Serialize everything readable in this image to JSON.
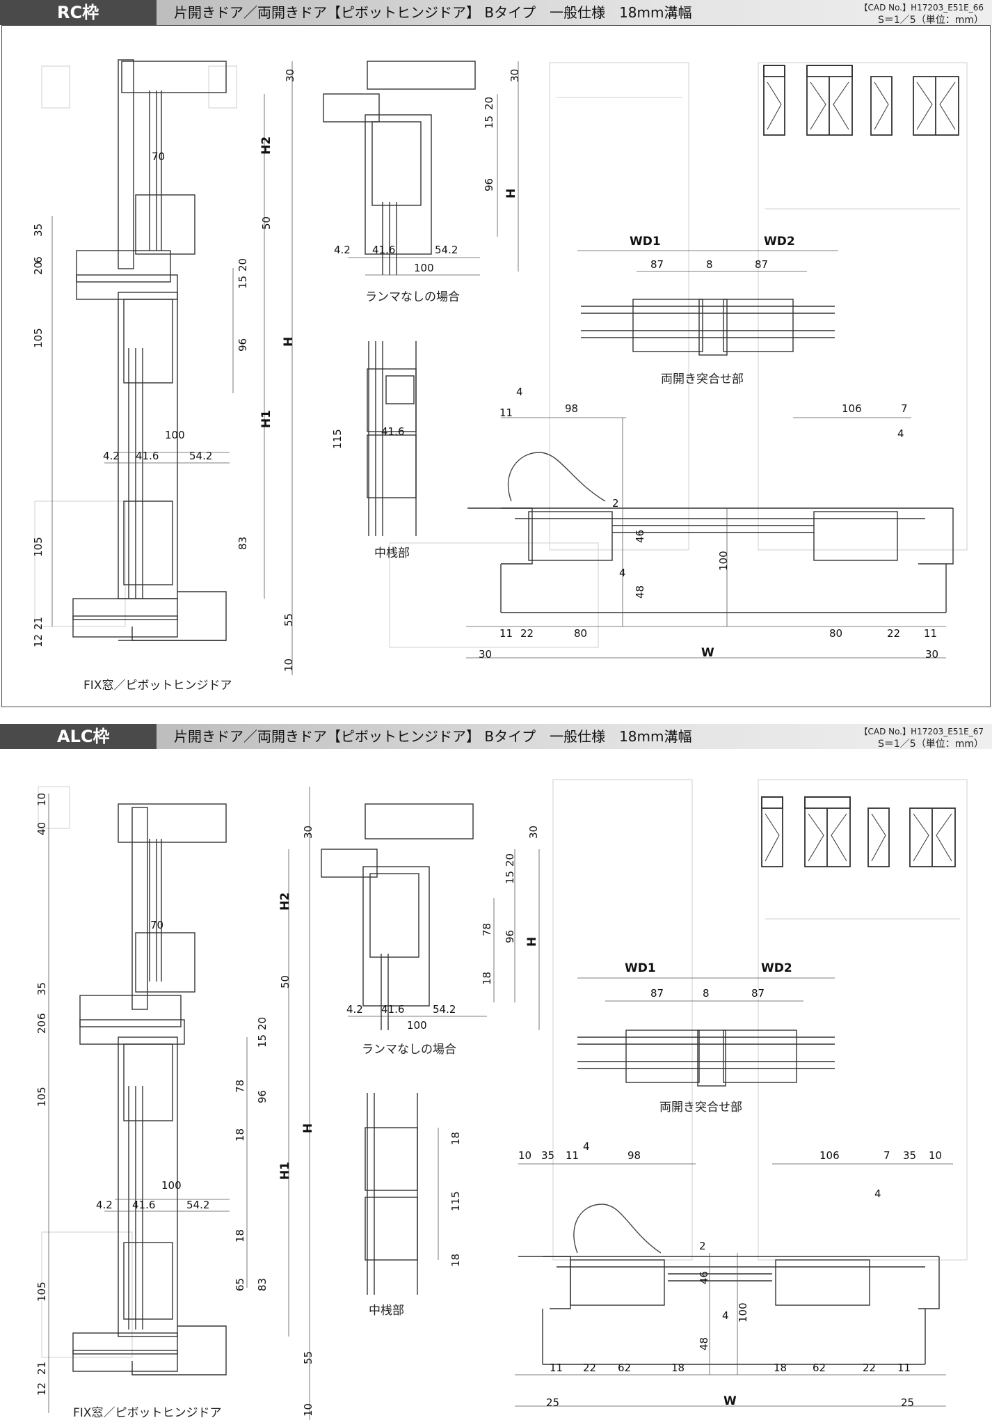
{
  "sheets": [
    {
      "tag": "RC枠",
      "heading": "片開きドア／両開きドア【ピボットヒンジドア】 Bタイプ　一般仕様　18mm溝幅",
      "cad_no": "【CAD No.】H17203_E51E_66",
      "scale": "S＝1／5（単位：mm）",
      "captions": {
        "fix": "FIX窓／ピボットヒンジドア",
        "no_transom": "ランマなしの場合",
        "mid_rail": "中桟部",
        "meeting": "両開き突合せ部"
      },
      "left_dims": [
        "35",
        "6",
        "20",
        "105",
        "105",
        "12",
        "21"
      ],
      "inner_dims": [
        "70",
        "100",
        "4.2",
        "41.6",
        "54.2"
      ],
      "right_dims": [
        "30",
        "H2",
        "50",
        "20",
        "15",
        "96",
        "H",
        "H1",
        "83",
        "55",
        "10"
      ],
      "transom_dims": [
        "30",
        "20",
        "15",
        "96",
        "H",
        "4.2",
        "41.6",
        "54.2",
        "100"
      ],
      "mid_dims": [
        "115",
        "41.6"
      ],
      "meet_dims": [
        "WD1",
        "8",
        "WD2",
        "87",
        "87"
      ],
      "plan_dims": [
        "11",
        "4",
        "98",
        "106",
        "7",
        "4",
        "2",
        "46",
        "100",
        "4",
        "48",
        "11",
        "22",
        "80",
        "80",
        "22",
        "11",
        "30",
        "W",
        "30"
      ]
    },
    {
      "tag": "ALC枠",
      "heading": "片開きドア／両開きドア【ピボットヒンジドア】 Bタイプ　一般仕様　18mm溝幅",
      "cad_no": "【CAD No.】H17203_E51E_67",
      "scale": "S＝1／5（単位：mm）",
      "captions": {
        "fix": "FIX窓／ピボットヒンジドア",
        "no_transom": "ランマなしの場合",
        "mid_rail": "中桟部",
        "meeting": "両開き突合せ部"
      },
      "left_dims": [
        "10",
        "40",
        "35",
        "6",
        "20",
        "105",
        "105",
        "12",
        "21"
      ],
      "inner_dims": [
        "70",
        "100",
        "4.2",
        "41.6",
        "54.2"
      ],
      "right_dims": [
        "30",
        "H2",
        "50",
        "20",
        "15",
        "78",
        "96",
        "18",
        "H",
        "H1",
        "18",
        "65",
        "83",
        "55",
        "10"
      ],
      "transom_dims": [
        "30",
        "20",
        "15",
        "78",
        "96",
        "18",
        "H",
        "4.2",
        "41.6",
        "54.2",
        "100"
      ],
      "mid_dims": [
        "18",
        "115",
        "18"
      ],
      "meet_dims": [
        "WD1",
        "8",
        "WD2",
        "87",
        "87"
      ],
      "plan_dims": [
        "10",
        "35",
        "11",
        "4",
        "98",
        "106",
        "7",
        "35",
        "10",
        "4",
        "2",
        "46",
        "100",
        "4",
        "48",
        "11",
        "22",
        "62",
        "18",
        "18",
        "62",
        "22",
        "11",
        "25",
        "W",
        "25"
      ]
    }
  ],
  "colors": {
    "line": "#333333",
    "faint": "#cfcfcf",
    "tag_bg": "#4a4a4a"
  }
}
